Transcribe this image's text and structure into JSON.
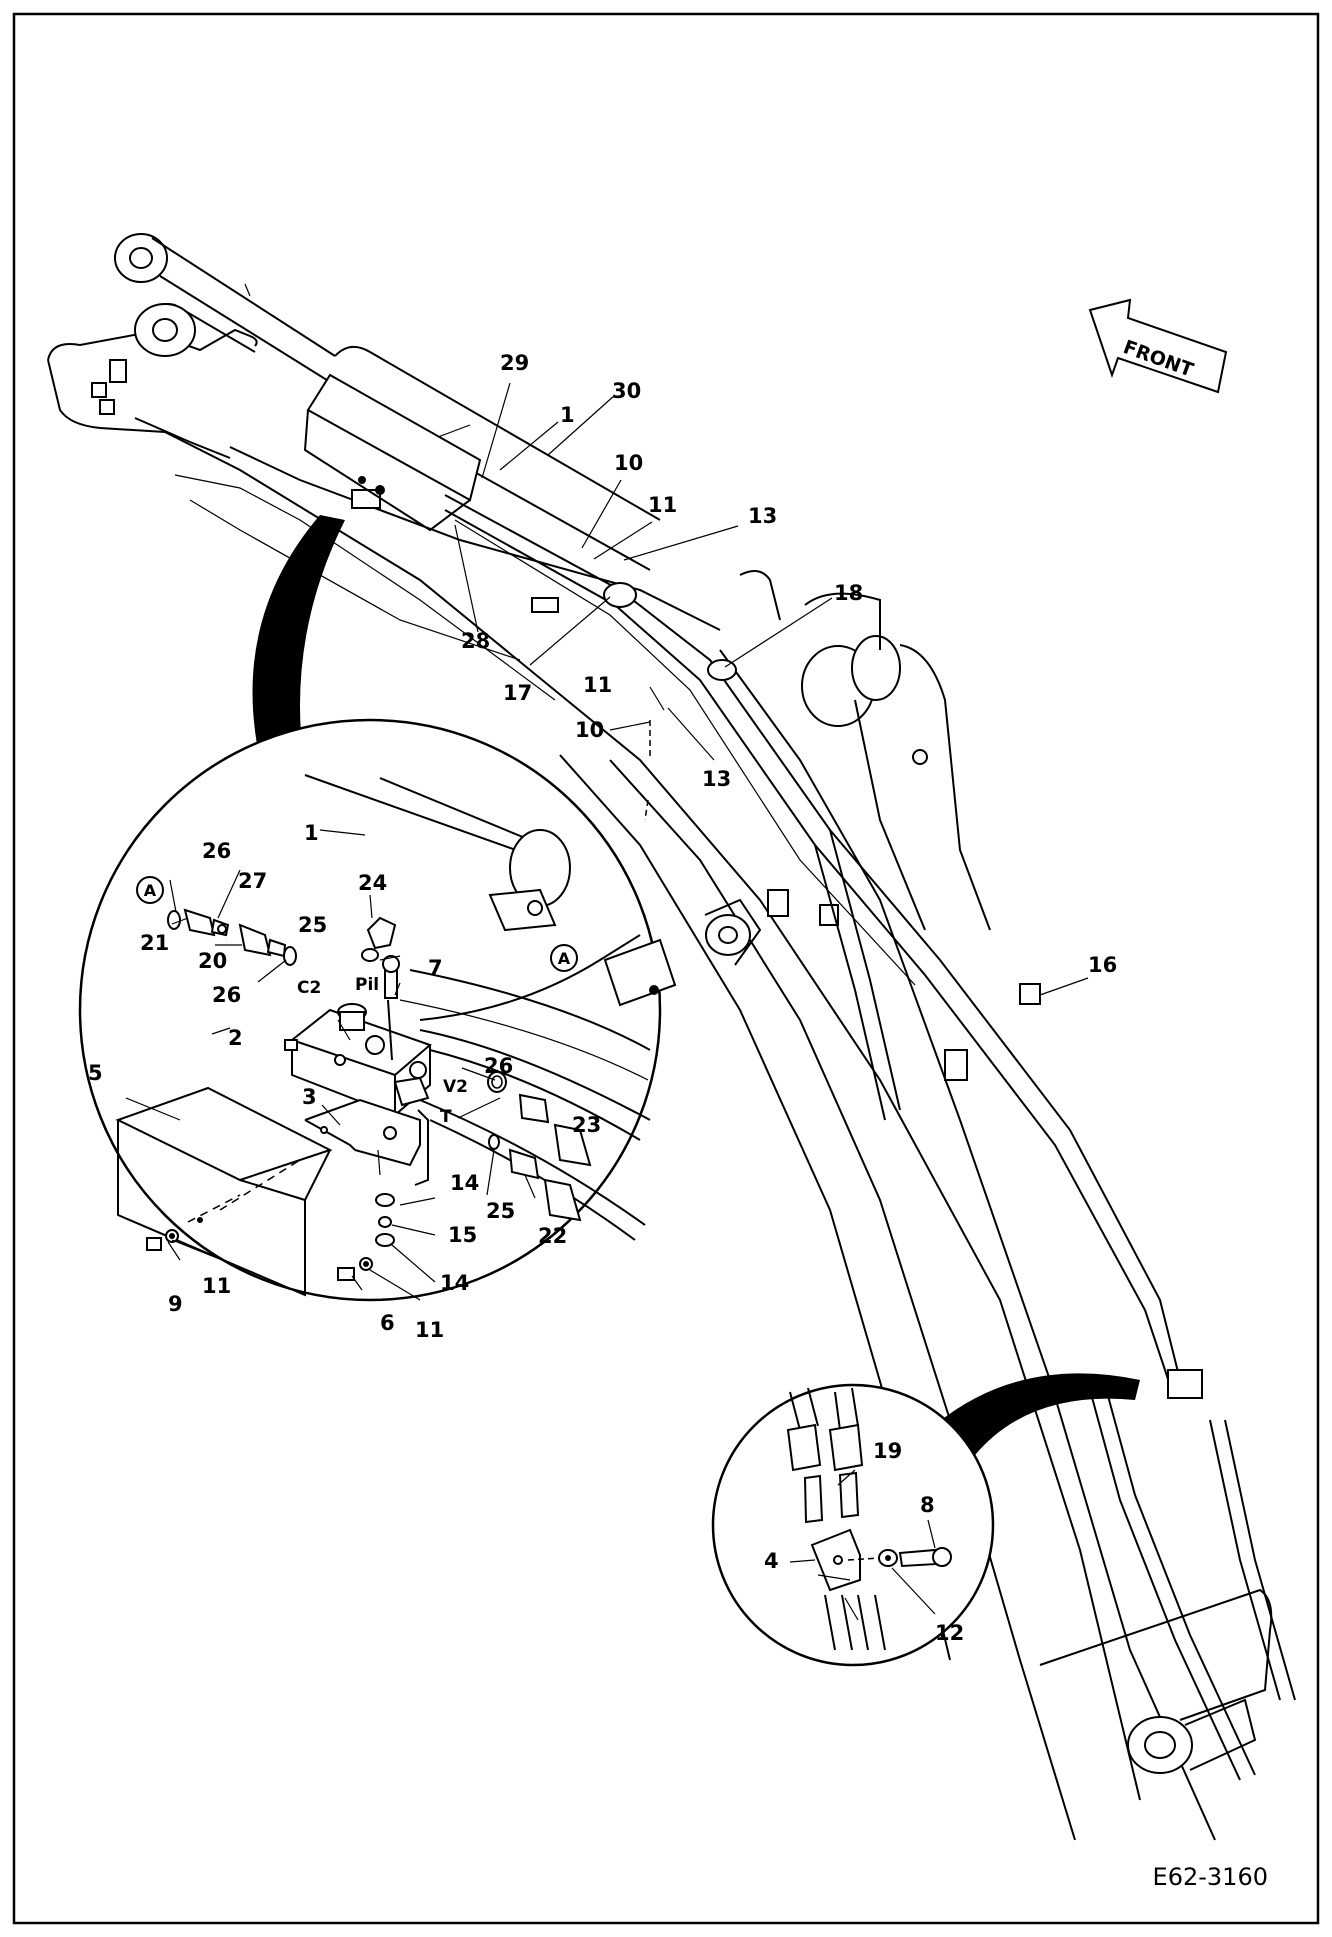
{
  "drawing_code": "E62-3160",
  "direction_label": "FRONT",
  "callout_marker": "A",
  "port_labels": {
    "c2": "C2",
    "pil": "Pil",
    "v2": "V2",
    "t": "T"
  },
  "part_numbers": {
    "p1_main": "1",
    "p29": "29",
    "p30": "30",
    "p10_a": "10",
    "p11_a": "11",
    "p13_a": "13",
    "p28": "28",
    "p17": "17",
    "p18": "18",
    "p11_b": "11",
    "p10_b": "10",
    "p13_b": "13",
    "p16": "16",
    "p1_detail": "1",
    "p26_a": "26",
    "p27": "27",
    "p24": "24",
    "p25_a": "25",
    "p21": "21",
    "p20": "20",
    "p26_b": "26",
    "p7": "7",
    "p2": "2",
    "p5": "5",
    "p3": "3",
    "p26_c": "26",
    "p23": "23",
    "p14_a": "14",
    "p25_b": "25",
    "p22": "22",
    "p15": "15",
    "p14_b": "14",
    "p9": "9",
    "p11_c": "11",
    "p6": "6",
    "p11_d": "11",
    "p19": "19",
    "p8": "8",
    "p4": "4",
    "p12": "12"
  }
}
